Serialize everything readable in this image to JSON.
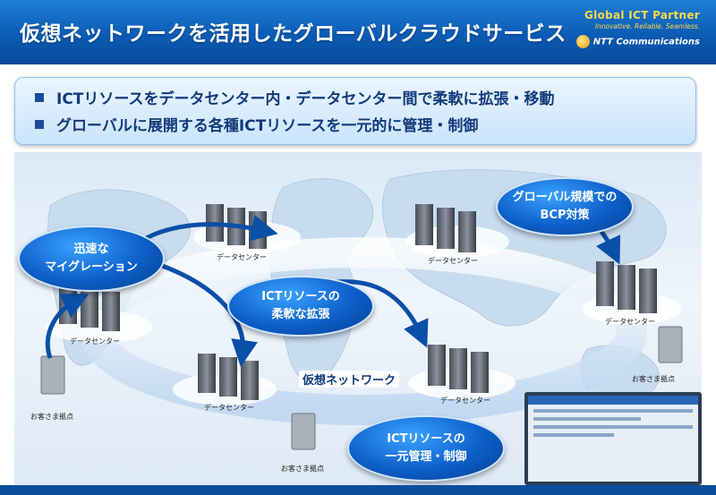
{
  "header": {
    "title": "仮想ネットワークを活用したグローバルクラウドサービス",
    "brand_line1": "Global ICT Partner",
    "brand_line2": "Innovative. Reliable. Seamless.",
    "brand_company": "NTT Communications"
  },
  "bullets": [
    "ICTリソースをデータセンター内・データセンター間で柔軟に拡張・移動",
    "グローバルに展開する各種ICTリソースを一元的に管理・制御"
  ],
  "diagram": {
    "bubbles": {
      "migration": [
        "迅速な",
        "マイグレーション"
      ],
      "bcp": [
        "グローバル規模での",
        "BCP対策"
      ],
      "expansion": [
        "ICTリソースの",
        "柔軟な拡張"
      ],
      "management": [
        "ICTリソースの",
        "一元管理・制御"
      ]
    },
    "dc_labels": [
      "データセンター",
      "データセンター",
      "データセンター",
      "データセンター",
      "データセンター",
      "データセンター"
    ],
    "site_labels": [
      "お客さま拠点",
      "お客さま拠点",
      "お客さま拠点"
    ],
    "vnet_label": "仮想ネットワーク"
  },
  "colors": {
    "header_blue": "#0b5bb5",
    "bubble_blue": "#0c5fc9",
    "brand_gold": "#ffd84a"
  }
}
